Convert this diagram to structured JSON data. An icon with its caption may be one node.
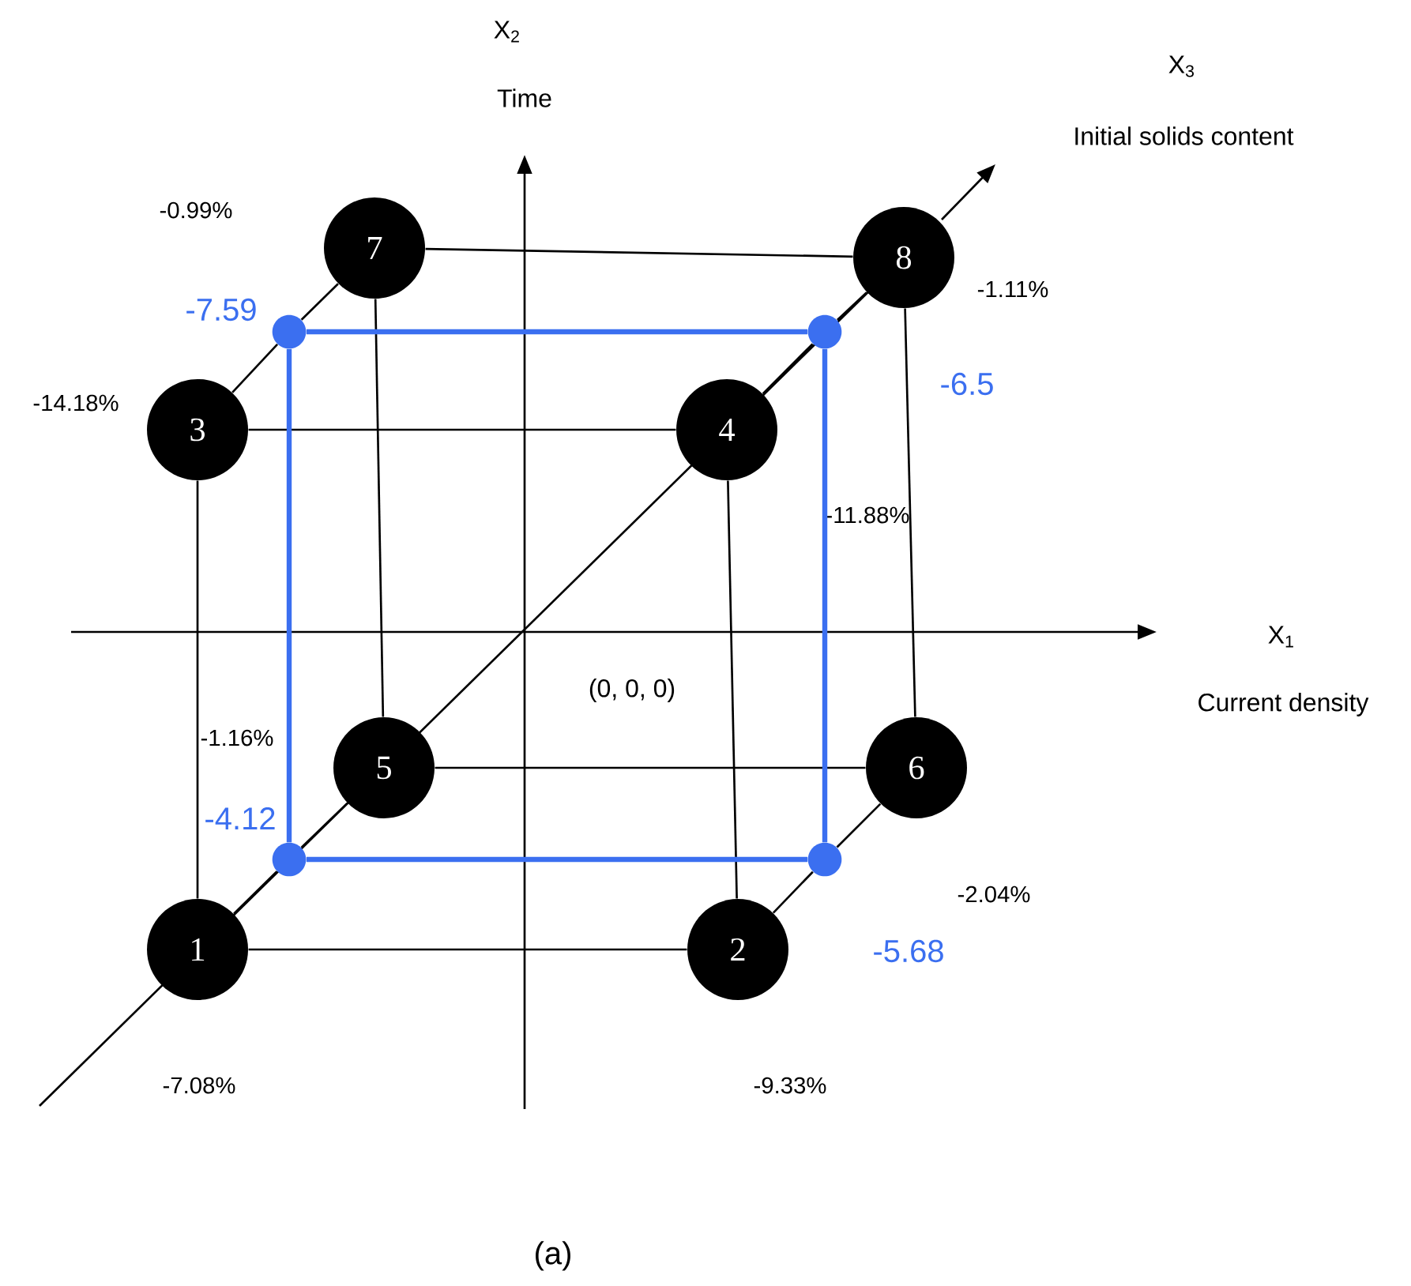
{
  "diagram": {
    "nodes": [
      {
        "text": [
          "7"
        ],
        "beside": [
          "-0.99%"
        ]
      },
      {
        "text": [
          "8"
        ],
        "beside": [
          "-1.11%"
        ]
      },
      {
        "text": [],
        "shape": "circle",
        "beside": [
          "-7.59"
        ]
      },
      {
        "text": [],
        "shape": "circle",
        "beside": [
          "-6.5"
        ]
      },
      {
        "text": [
          "3"
        ],
        "beside": [
          "-14.18%"
        ]
      },
      {
        "text": [
          "4"
        ],
        "beside": [
          "-11.88%"
        ]
      },
      {
        "text": [
          "5"
        ],
        "beside": [
          "-1.16%"
        ]
      },
      {
        "text": [
          "6"
        ],
        "beside": [
          "-2.04%"
        ]
      },
      {
        "text": [],
        "shape": "circle",
        "beside": [
          "-4.12"
        ]
      },
      {
        "text": [],
        "shape": "circle",
        "beside": [
          "-5.68"
        ]
      },
      {
        "text": [
          "1"
        ],
        "beside": [
          "-7.08%"
        ]
      },
      {
        "text": [
          "2"
        ],
        "beside": [
          "-9.33%"
        ]
      }
    ],
    "edges": [
      {
        "from": 0,
        "to": 1,
        "arrow": "none"
      },
      {
        "from": 4,
        "to": 5,
        "arrow": "none"
      },
      {
        "from": 6,
        "to": 7,
        "arrow": "none"
      },
      {
        "from": 10,
        "to": 11,
        "arrow": "none"
      },
      {
        "from": 4,
        "to": 10,
        "arrow": "none"
      },
      {
        "from": 0,
        "to": 6,
        "arrow": "none"
      },
      {
        "from": 5,
        "to": 11,
        "arrow": "none"
      },
      {
        "from": 1,
        "to": 7,
        "arrow": "none"
      },
      {
        "from": 4,
        "to": 2,
        "arrow": "none"
      },
      {
        "from": 2,
        "to": 0,
        "arrow": "none"
      },
      {
        "from": 10,
        "to": 8,
        "arrow": "none"
      },
      {
        "from": 8,
        "to": 6,
        "arrow": "none"
      },
      {
        "from": 11,
        "to": 9,
        "arrow": "none"
      },
      {
        "from": 9,
        "to": 7,
        "arrow": "none"
      },
      {
        "from": 5,
        "to": 3,
        "arrow": "none"
      },
      {
        "from": 3,
        "to": 1,
        "arrow": "none"
      },
      {
        "from": 2,
        "to": 3,
        "arrow": "none",
        "style": "thick",
        "color": "#3b6ff0"
      },
      {
        "from": 3,
        "to": 9,
        "arrow": "none",
        "style": "thick",
        "color": "#3b6ff0"
      },
      {
        "from": 9,
        "to": 8,
        "arrow": "none",
        "style": "thick",
        "color": "#3b6ff0"
      },
      {
        "from": 8,
        "to": 2,
        "arrow": "none",
        "style": "thick",
        "color": "#3b6ff0"
      }
    ],
    "labels": [
      "X$_{2}$",
      "Time",
      "X$_{3}$",
      "Initial solids content",
      "X$_{1}$",
      "Current density",
      "(0, 0, 0)",
      "(a)"
    ]
  }
}
